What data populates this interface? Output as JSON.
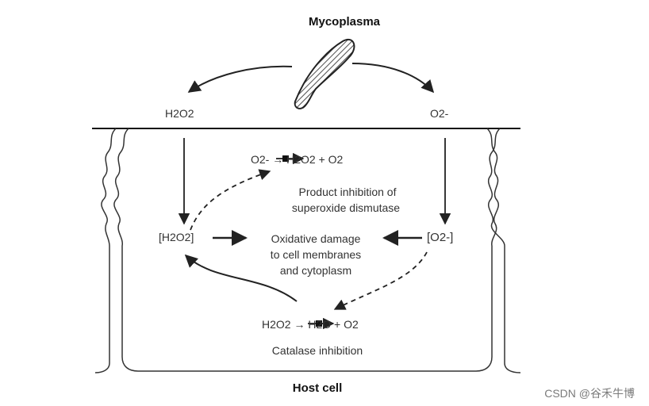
{
  "title": "Mycoplasma",
  "host_label": "Host cell",
  "watermark": "CSDN @谷禾牛博",
  "species": {
    "h2o2_outside": "H2O2",
    "o2_outside": "O2-",
    "h2o2_inside": "[H2O2]",
    "o2_inside": "[O2-]"
  },
  "reactions": {
    "sod_reaction": "O2- → H2O2 + O2",
    "catalase_reaction": "H2O2 → H2O + O2"
  },
  "notes": {
    "product_inhibition": [
      "Product inhibition of",
      "superoxide dismutase"
    ],
    "oxidative_damage": [
      "Oxidative damage",
      "to cell membranes",
      "and cytoplasm"
    ],
    "catalase_inhibition": "Catalase inhibition"
  }
}
